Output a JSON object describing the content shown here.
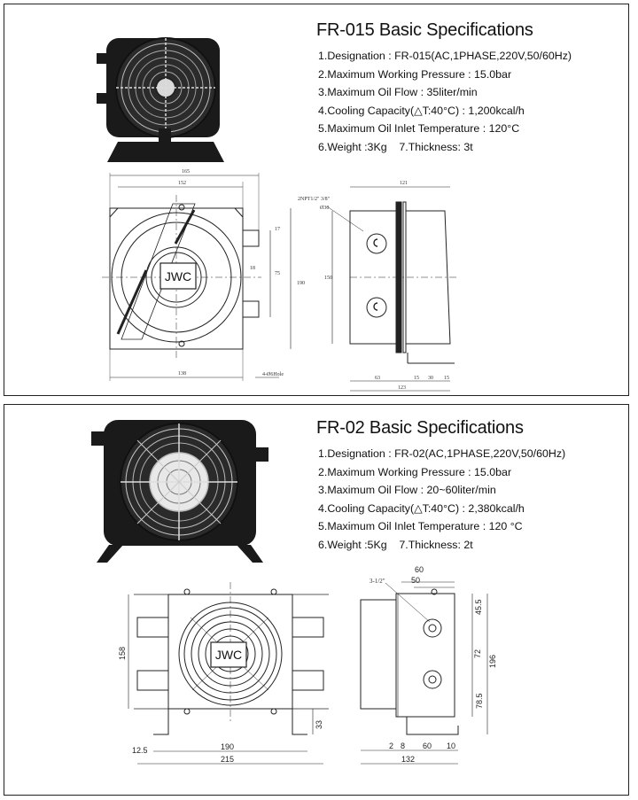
{
  "fr015": {
    "title": "FR-015 Basic Specifications",
    "specs": [
      "1.Designation : FR-015(AC,1PHASE,220V,50/60Hz)",
      "2.Maximum Working Pressure : 15.0bar",
      "3.Maximum Oil Flow : 35liter/min",
      "4.Cooling Capacity(△T:40°C) : 1,200kcal/h",
      "5.Maximum Oil Inlet Temperature : 120°C",
      "6.Weight :3Kg    7.Thickness: 3t"
    ],
    "logo": "JWC",
    "dims": {
      "w165": "165",
      "w152": "152",
      "w138": "138",
      "h190": "190",
      "h75": "75",
      "h17": "17",
      "h18": "18",
      "hole": "4-Ø6Hole",
      "thread": "2NPT1/2\" 3/8\"",
      "phi": "Ø30",
      "h150": "150",
      "w121": "121",
      "w63": "63",
      "w15a": "15",
      "w30": "30",
      "w15b": "15",
      "w123": "123"
    }
  },
  "fr02": {
    "title": "FR-02 Basic Specifications",
    "specs": [
      "1.Designation : FR-02(AC,1PHASE,220V,50/60Hz)",
      "2.Maximum Working Pressure : 15.0bar",
      "3.Maximum Oil Flow : 20~60liter/min",
      "4.Cooling Capacity(△T:40°C) : 2,380kcal/h",
      "5.Maximum Oil Inlet Temperature : 120 °C",
      "6.Weight :5Kg    7.Thickness: 2t"
    ],
    "logo": "JWC",
    "dims": {
      "h158": "158",
      "h33": "33",
      "w12_5": "12.5",
      "w190": "190",
      "w215": "215",
      "thread": "3-1/2\"",
      "w60a": "60",
      "w50": "50",
      "h45_5": "45.5",
      "h72": "72",
      "h196": "196",
      "h78_5": "78.5",
      "w2": "2",
      "w8": "8",
      "w60b": "60",
      "w10": "10",
      "w132": "132"
    }
  },
  "colors": {
    "ink": "#111111",
    "photo_dark": "#1a1a1a",
    "paper": "#ffffff"
  }
}
